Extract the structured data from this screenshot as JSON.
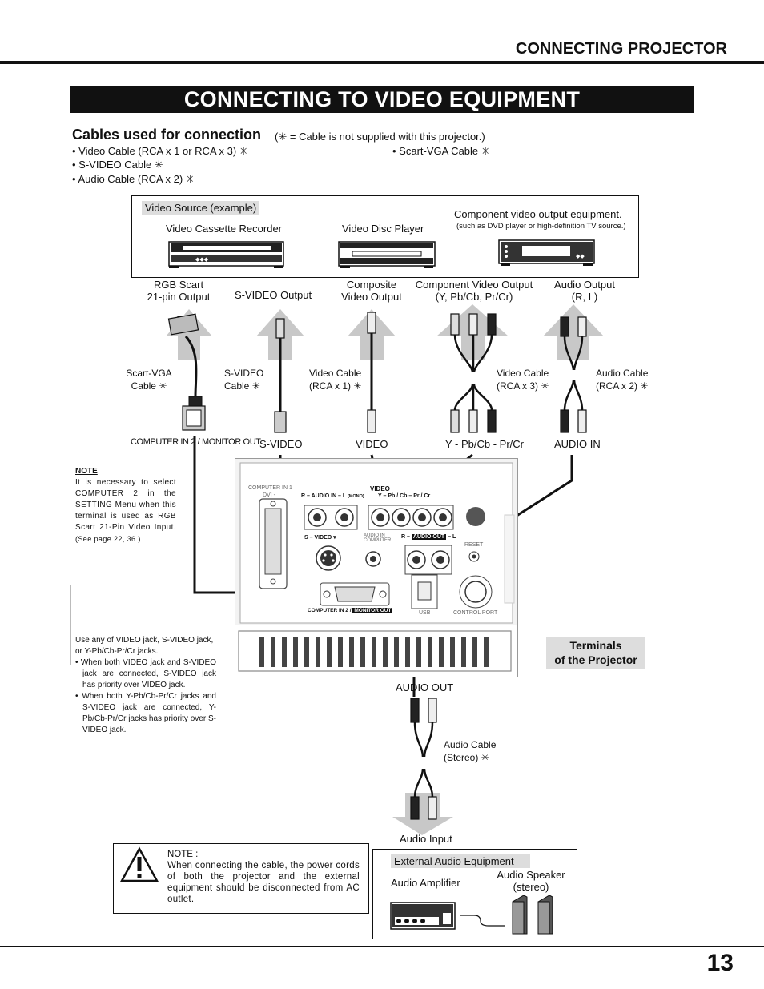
{
  "header": {
    "section": "CONNECTING PROJECTOR",
    "title": "CONNECTING TO VIDEO EQUIPMENT"
  },
  "cables": {
    "heading": "Cables used for connection",
    "note": "( = Cable is not supplied with this projector.)",
    "note_mark": "✳",
    "items": [
      "• Video Cable (RCA x 1 or RCA x 3) ✳",
      "• S-VIDEO Cable ✳",
      "• Audio Cable (RCA x 2) ✳"
    ],
    "item_right": "• Scart-VGA Cable ✳"
  },
  "source": {
    "label": "Video Source (example)",
    "vcr": "Video Cassette Recorder",
    "disc": "Video Disc Player",
    "comp": "Component video output equipment.",
    "comp_sub": "(such as DVD player or high-definition TV source.)"
  },
  "outputs": {
    "rgb1": "RGB Scart",
    "rgb2": "21-pin Output",
    "svideo": "S-VIDEO Output",
    "comp1": "Composite",
    "comp2": "Video Output",
    "compv1": "Component Video Output",
    "compv2": "(Y, Pb/Cb, Pr/Cr)",
    "audio1": "Audio Output",
    "audio2": "(R, L)"
  },
  "cable_labels": {
    "scart1": "Scart-VGA",
    "scart2": "Cable ✳",
    "sv1": "S-VIDEO",
    "sv2": "Cable ✳",
    "vc1a": "Video Cable",
    "vc1b": "(RCA x 1) ✳",
    "vc3a": "Video Cable",
    "vc3b": "(RCA x 3) ✳",
    "ac1": "Audio Cable",
    "ac2": "(RCA x 2) ✳"
  },
  "inputs": {
    "computer": "COMPUTER IN 2 / MONITOR OUT",
    "svideo": "S-VIDEO",
    "video": "VIDEO",
    "ypbpr": "Y - Pb/Cb - Pr/Cr",
    "audio_in": "AUDIO IN"
  },
  "note": {
    "title": "NOTE",
    "body": "It is necessary to select COMPUTER 2 in the SETTING Menu when this terminal is used as RGB Scart 21-Pin Video Input.",
    "ref": "(See page 22, 36.)"
  },
  "note2": {
    "lead": "Use any of VIDEO jack, S-VIDEO jack, or Y-Pb/Cb-Pr/Cr jacks.",
    "b1": "• When both VIDEO jack and S-VIDEO jack are connected, S-VIDEO jack has priority over VIDEO jack.",
    "b2": "• When both Y-Pb/Cb-Pr/Cr jacks and S-VIDEO jack are connected, Y-Pb/Cb-Pr/Cr jacks has priority over S-VIDEO jack."
  },
  "panel": {
    "computer1": "COMPUTER IN 1",
    "dvi": "DVI -",
    "raudio": "R – AUDIO  IN – L",
    "mono": "(MONO)",
    "video": "VIDEO",
    "ypbpr": "Y   –   Pb / Cb  –   Pr / Cr",
    "svideo": "S – VIDEO ▾",
    "audio_in": "AUDIO IN",
    "computer": "COMPUTER",
    "audio_out": "AUDIO OUT",
    "r": "R –",
    "l": "– L",
    "reset": "RESET",
    "comp2": "COMPUTER IN 2 /",
    "monitor": "MONITOR  OUT",
    "usb": "USB",
    "control": "CONTROL PORT"
  },
  "terminals": {
    "l1": "Terminals",
    "l2": "of the Projector"
  },
  "audio_out": "AUDIO OUT",
  "audio_cable": {
    "l1": "Audio Cable",
    "l2": "(Stereo) ✳"
  },
  "audio_input": "Audio Input",
  "warning": {
    "title": "NOTE   :",
    "body": "When connecting the cable, the power cords of both the projector and the external equipment should be disconnected from AC outlet."
  },
  "external": {
    "label": "External Audio Equipment",
    "amp": "Audio Amplifier",
    "spk1": "Audio Speaker",
    "spk2": "(stereo)"
  },
  "page_number": "13"
}
